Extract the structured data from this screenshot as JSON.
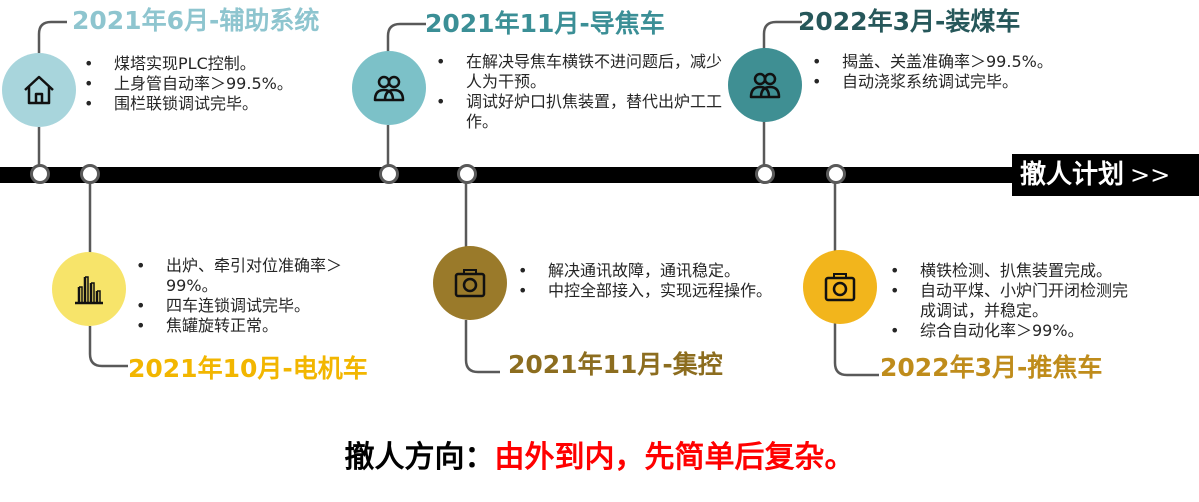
{
  "badge": {
    "label": "撤人计划",
    "arrows": ">>"
  },
  "footer": {
    "prefix": "撤人方向：",
    "highlight": "由外到内，先简单后复杂。",
    "prefix_color": "#000000",
    "highlight_color": "#ff0000"
  },
  "milestones": [
    {
      "title": "2021年6月-辅助系统",
      "color": "#a8d5dc",
      "title_color": "#8ec5cf",
      "icon": "home-icon",
      "bullets": [
        "煤塔实现PLC控制。",
        "上身管自动率＞99.5%。",
        "围栏联锁调试完毕。"
      ]
    },
    {
      "title": "2021年10月-电机车",
      "color": "#f7e46a",
      "title_color": "#f2b600",
      "icon": "bar-chart-icon",
      "bullets": [
        "出炉、牵引对位准确率＞99%。",
        "四车连锁调试完毕。",
        "焦罐旋转正常。"
      ]
    },
    {
      "title": "2021年11月-导焦车",
      "color": "#7cc1c8",
      "title_color": "#3b8f96",
      "icon": "users-icon",
      "bullets": [
        "在解决导焦车横铁不进问题后，减少人为干预。",
        "调试好炉口扒焦装置，替代出炉工工作。"
      ]
    },
    {
      "title": "2021年11月-集控",
      "color": "#9a7a2a",
      "title_color": "#8c6d1f",
      "icon": "camera-icon",
      "bullets": [
        "解决通讯故障，通讯稳定。",
        "中控全部接入，实现远程操作。"
      ]
    },
    {
      "title": "2022年3月-装煤车",
      "color": "#3f8f93",
      "title_color": "#26575a",
      "icon": "users-icon",
      "bullets": [
        "揭盖、关盖准确率＞99.5%。",
        "自动浇浆系统调试完毕。"
      ]
    },
    {
      "title": "2022年3月-推焦车",
      "color": "#f2b51c",
      "title_color": "#bf8c1b",
      "icon": "camera-icon",
      "bullets": [
        "横铁检测、扒焦装置完成。",
        "自动平煤、小炉门开闭检测完成调试，并稳定。",
        "综合自动化率＞99%。"
      ]
    }
  ]
}
